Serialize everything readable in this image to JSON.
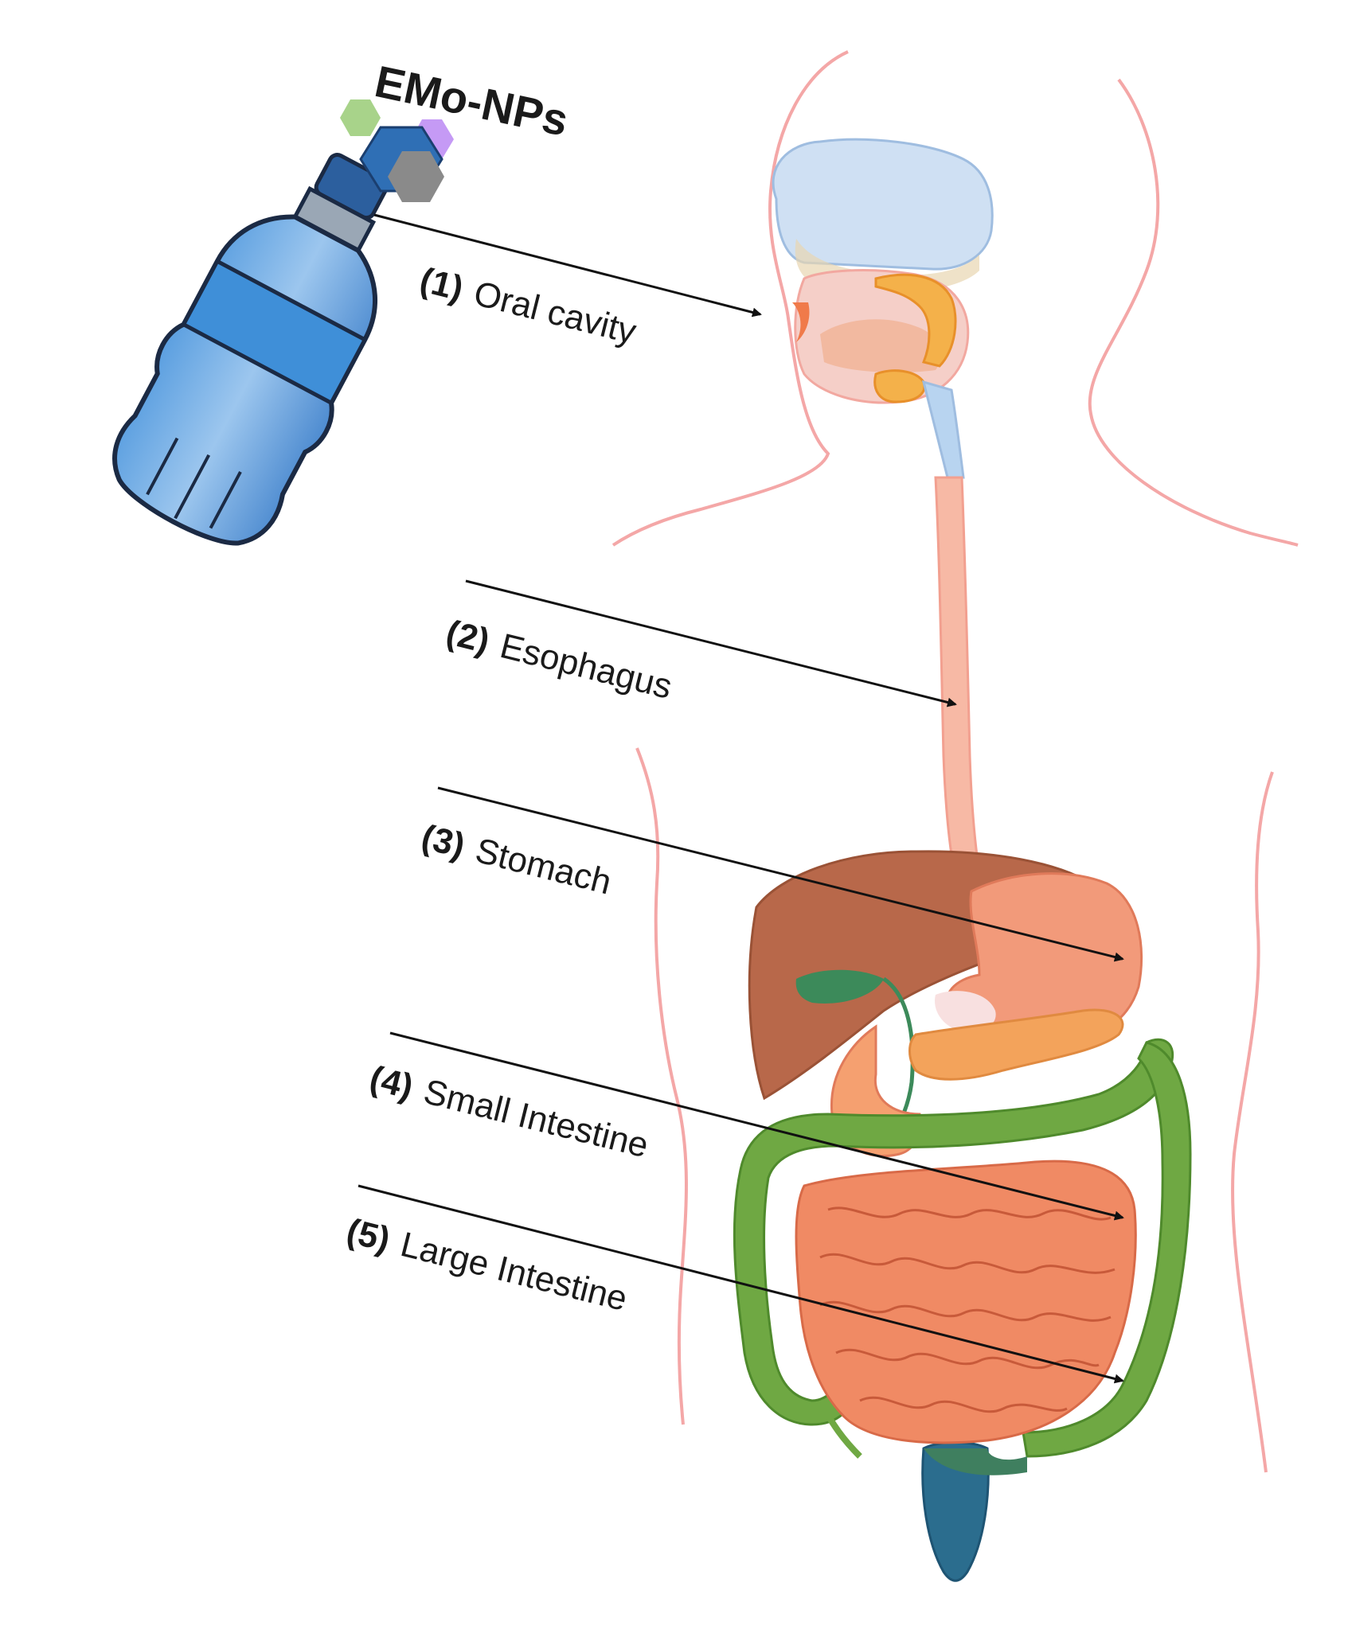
{
  "title": "EMo-NPs",
  "labels": [
    {
      "number": "(1)",
      "text": "Oral cavity"
    },
    {
      "number": "(2)",
      "text": "Esophagus"
    },
    {
      "number": "(3)",
      "text": "Stomach"
    },
    {
      "number": "(4)",
      "text": "Small Intestine"
    },
    {
      "number": "(5)",
      "text": "Large Intestine"
    }
  ],
  "colors": {
    "body_outline": "#f4a7a7",
    "bottle_blue": "#3f8fd8",
    "bottle_light": "#7fb5e8",
    "cap": "#2c5f9e",
    "np_green": "#a8d38a",
    "np_blue": "#2f6fb5",
    "np_purple": "#c59af5",
    "np_grey": "#8a8a8a",
    "esophagus": "#f7b9a5",
    "liver": "#b8684a",
    "stomach": "#f29a7a",
    "pancreas": "#f3a35b",
    "gallbladder": "#3c8a5a",
    "small_intestine": "#f08a64",
    "large_intestine": "#6fa843",
    "rectum": "#2b6d8e",
    "skull_blue": "#b8d4f0",
    "arrow": "#111111"
  }
}
